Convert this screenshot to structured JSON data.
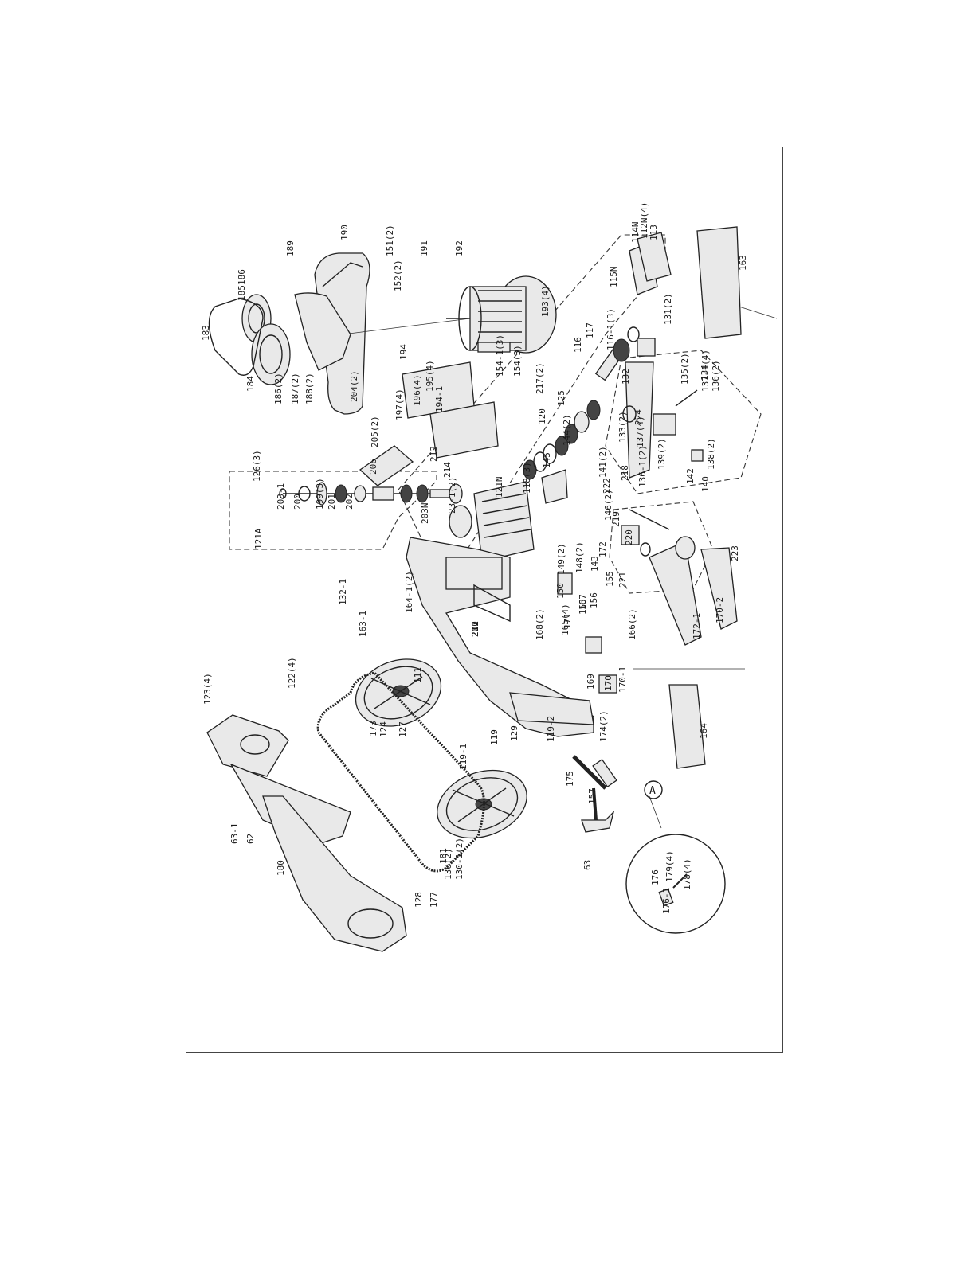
{
  "drawing": {
    "callout_letter": "A",
    "labels": [
      "183",
      "184",
      "185",
      "186",
      "186(2)",
      "187(2)",
      "188(2)",
      "189",
      "190",
      "191",
      "192",
      "193(4)",
      "151(2)",
      "152(2)",
      "194",
      "195(4)",
      "196(4)",
      "197(4)",
      "194-1",
      "154-1(3)",
      "154(3)",
      "204(2)",
      "205(2)",
      "206",
      "213",
      "214",
      "121A",
      "126(3)",
      "203-1",
      "200",
      "199(3)",
      "201",
      "202",
      "203N",
      "23-1(2)",
      "121N",
      "118(3)",
      "217(2)",
      "120",
      "125",
      "116",
      "117",
      "115N",
      "114N",
      "113",
      "112N(4)",
      "116-1(3)",
      "145",
      "144(2)",
      "132",
      "131(2)",
      "135(2)",
      "134",
      "224",
      "133(2)",
      "137(4)",
      "137-1(4)",
      "136(2)",
      "136-1(2)",
      "139(2)",
      "138(2)",
      "142",
      "140",
      "141(2)",
      "218",
      "222",
      "146(2)",
      "219",
      "220",
      "221",
      "143",
      "148(2)",
      "149(2)",
      "150",
      "156",
      "155",
      "153",
      "171",
      "167",
      "168(2)",
      "165(4)",
      "166(2)",
      "169",
      "170",
      "170-1",
      "172",
      "172-1",
      "170-2",
      "223",
      "163",
      "164",
      "164-1(2)",
      "132-1",
      "163-1",
      "111",
      "122(4)",
      "123(4)",
      "173",
      "124",
      "127",
      "129",
      "119",
      "119-1",
      "119-2",
      "174(2)",
      "157",
      "175",
      "63",
      "63-1",
      "62",
      "180",
      "181",
      "130(2)",
      "130-1(2)",
      "128",
      "177",
      "176-1",
      "176",
      "179(4)",
      "178(4)",
      "207",
      "210",
      "211",
      "212"
    ]
  }
}
